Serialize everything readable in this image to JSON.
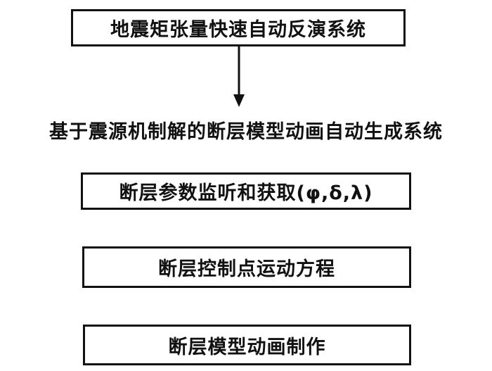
{
  "diagram": {
    "top_box": "地震矩张量快速自动反演系统",
    "middle_title": "基于震源机制解的断层模型动画自动生成系统",
    "steps": [
      "断层参数监听和获取(φ,δ,λ)",
      "断层控制点运动方程",
      "断层模型动画制作"
    ]
  }
}
